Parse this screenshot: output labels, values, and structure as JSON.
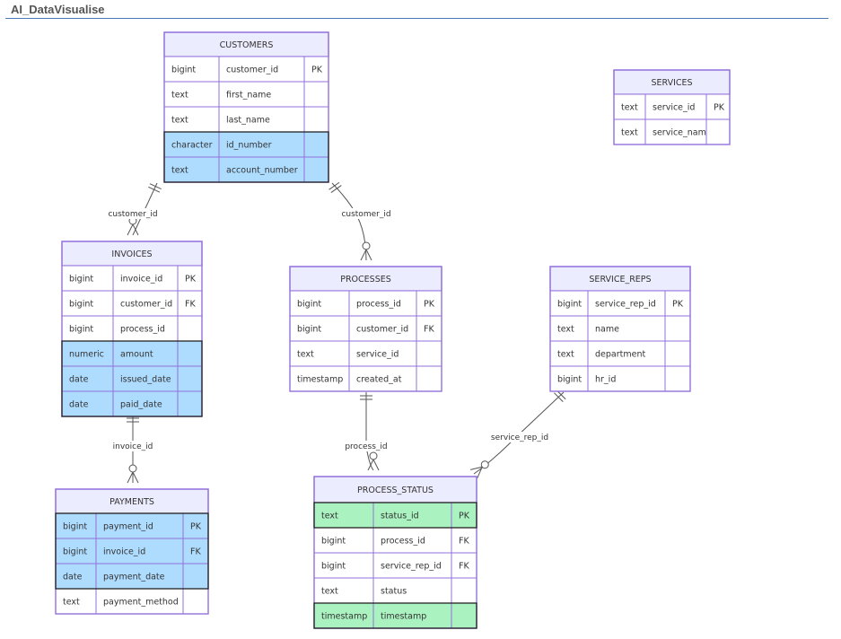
{
  "header": {
    "title": "AI_DataVisualise"
  },
  "colors": {
    "header_fill": "#ececff",
    "border": "#9370db",
    "row_fill": "#ffffff",
    "highlight_blue": "#aedcff",
    "highlight_green": "#aaf2c0",
    "group_border": "#222222",
    "line": "#555555",
    "rule": "#4a7ab8"
  },
  "entities": {
    "customers": {
      "name": "CUSTOMERS",
      "rows": [
        {
          "type": "bigint",
          "field": "customer_id",
          "key": "PK"
        },
        {
          "type": "text",
          "field": "first_name",
          "key": ""
        },
        {
          "type": "text",
          "field": "last_name",
          "key": ""
        },
        {
          "type": "character",
          "field": "id_number",
          "key": ""
        },
        {
          "type": "text",
          "field": "account_number",
          "key": ""
        }
      ]
    },
    "services": {
      "name": "SERVICES",
      "rows": [
        {
          "type": "text",
          "field": "service_id",
          "key": "PK"
        },
        {
          "type": "text",
          "field": "service_name",
          "key": ""
        }
      ]
    },
    "invoices": {
      "name": "INVOICES",
      "rows": [
        {
          "type": "bigint",
          "field": "invoice_id",
          "key": "PK"
        },
        {
          "type": "bigint",
          "field": "customer_id",
          "key": "FK"
        },
        {
          "type": "bigint",
          "field": "process_id",
          "key": ""
        },
        {
          "type": "numeric",
          "field": "amount",
          "key": ""
        },
        {
          "type": "date",
          "field": "issued_date",
          "key": ""
        },
        {
          "type": "date",
          "field": "paid_date",
          "key": ""
        }
      ]
    },
    "processes": {
      "name": "PROCESSES",
      "rows": [
        {
          "type": "bigint",
          "field": "process_id",
          "key": "PK"
        },
        {
          "type": "bigint",
          "field": "customer_id",
          "key": "FK"
        },
        {
          "type": "text",
          "field": "service_id",
          "key": ""
        },
        {
          "type": "timestamp",
          "field": "created_at",
          "key": ""
        }
      ]
    },
    "service_reps": {
      "name": "SERVICE_REPS",
      "rows": [
        {
          "type": "bigint",
          "field": "service_rep_id",
          "key": "PK"
        },
        {
          "type": "text",
          "field": "name",
          "key": ""
        },
        {
          "type": "text",
          "field": "department",
          "key": ""
        },
        {
          "type": "bigint",
          "field": "hr_id",
          "key": ""
        }
      ]
    },
    "payments": {
      "name": "PAYMENTS",
      "rows": [
        {
          "type": "bigint",
          "field": "payment_id",
          "key": "PK"
        },
        {
          "type": "bigint",
          "field": "invoice_id",
          "key": "FK"
        },
        {
          "type": "date",
          "field": "payment_date",
          "key": ""
        },
        {
          "type": "text",
          "field": "payment_method",
          "key": ""
        }
      ]
    },
    "process_status": {
      "name": "PROCESS_STATUS",
      "rows": [
        {
          "type": "text",
          "field": "status_id",
          "key": "PK"
        },
        {
          "type": "bigint",
          "field": "process_id",
          "key": "FK"
        },
        {
          "type": "bigint",
          "field": "service_rep_id",
          "key": "FK"
        },
        {
          "type": "text",
          "field": "status",
          "key": ""
        },
        {
          "type": "timestamp",
          "field": "timestamp",
          "key": ""
        }
      ]
    }
  },
  "relationships": [
    {
      "from": "customers",
      "to": "invoices",
      "label": "customer_id"
    },
    {
      "from": "customers",
      "to": "processes",
      "label": "customer_id"
    },
    {
      "from": "invoices",
      "to": "payments",
      "label": "invoice_id"
    },
    {
      "from": "processes",
      "to": "process_status",
      "label": "process_id"
    },
    {
      "from": "service_reps",
      "to": "process_status",
      "label": "service_rep_id"
    }
  ]
}
